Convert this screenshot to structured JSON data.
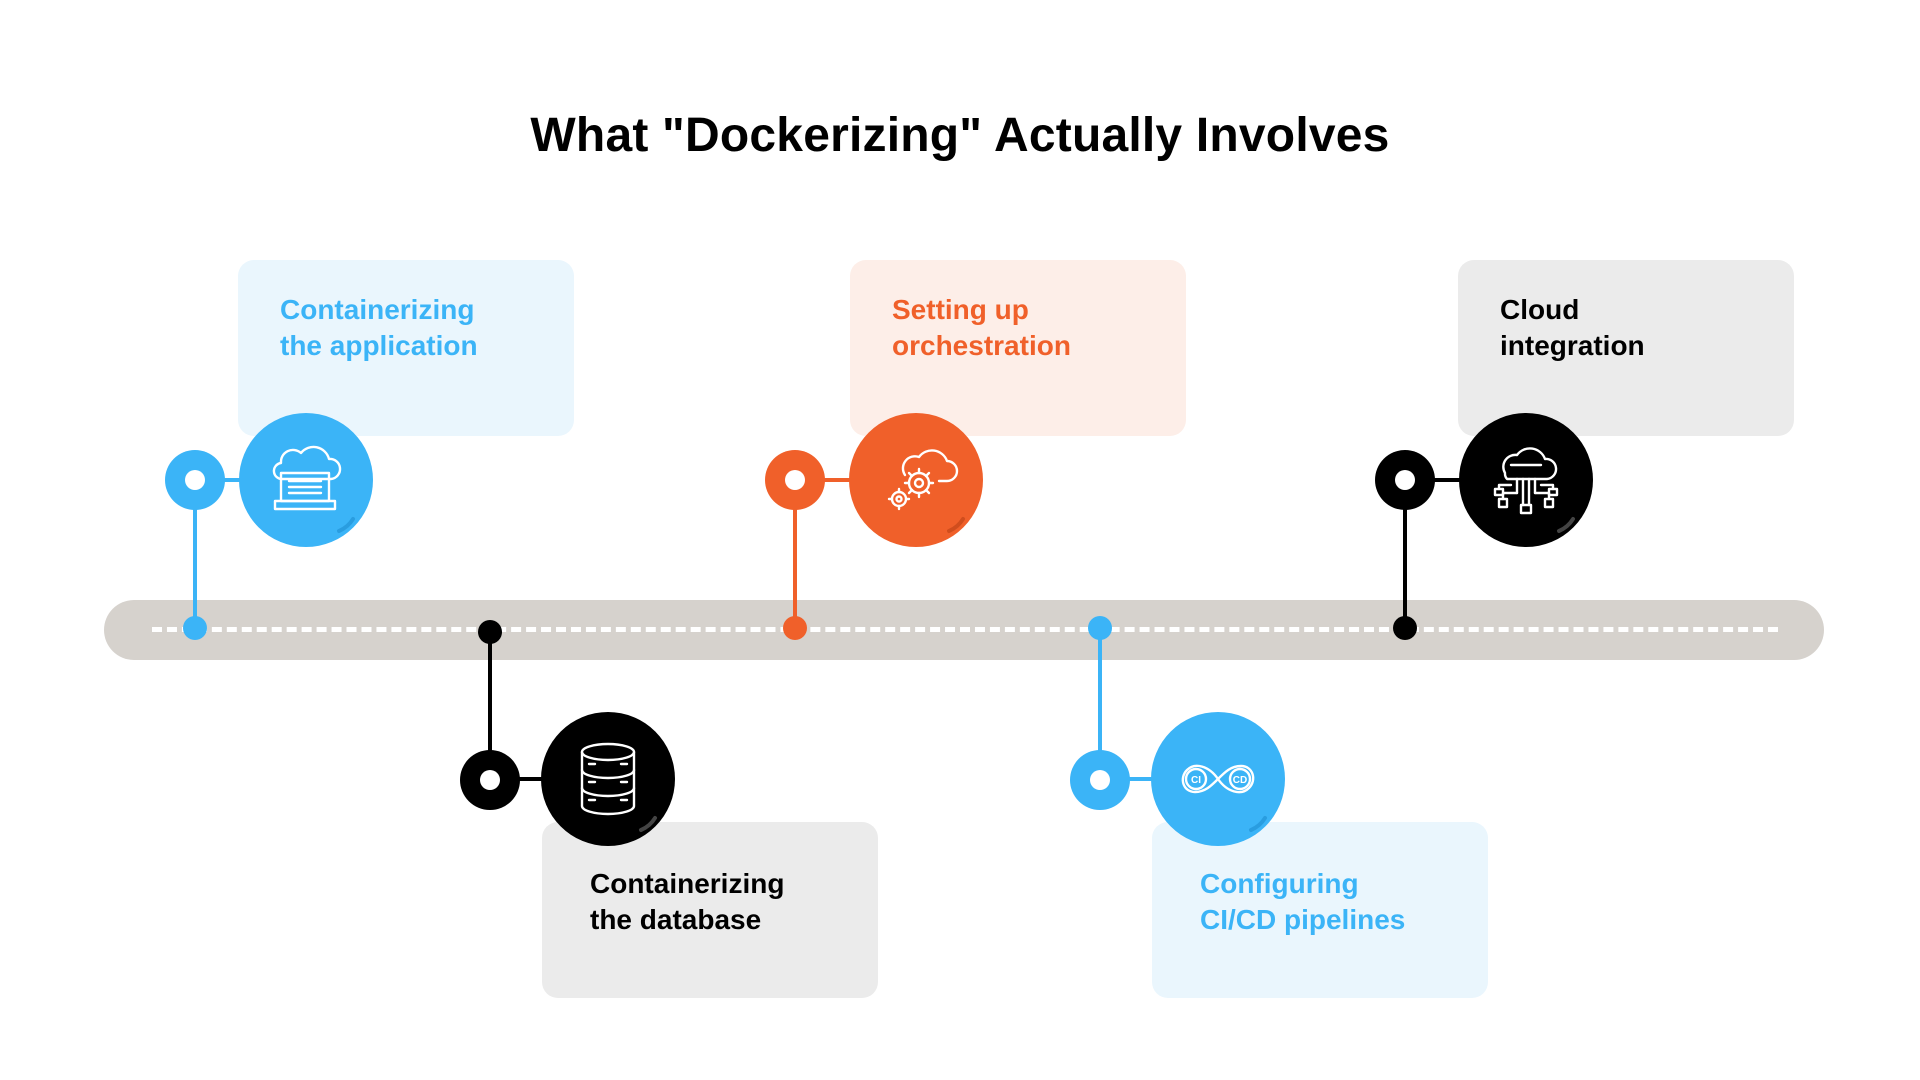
{
  "title": "What \"Dockerizing\" Actually Involves",
  "colors": {
    "blue": "#3bb4f7",
    "orange": "#f0602a",
    "black": "#000000",
    "track": "#d6d2cd",
    "card_blue": "#eaf6fd",
    "card_orange": "#fdeee8",
    "card_gray": "#ebebeb"
  },
  "steps": [
    {
      "label_line1": "Containerizing",
      "label_line2": "the application",
      "icon": "server-cloud-icon",
      "color": "blue",
      "position": "above"
    },
    {
      "label_line1": "Containerizing",
      "label_line2": "the database",
      "icon": "database-icon",
      "color": "black",
      "position": "below"
    },
    {
      "label_line1": "Setting up",
      "label_line2": "orchestration",
      "icon": "cloud-gears-icon",
      "color": "orange",
      "position": "above"
    },
    {
      "label_line1": "Configuring",
      "label_line2": "CI/CD pipelines",
      "icon": "ci-cd-infinity-icon",
      "color": "blue",
      "position": "below"
    },
    {
      "label_line1": "Cloud",
      "label_line2": "integration",
      "icon": "cloud-network-icon",
      "color": "black",
      "position": "above"
    }
  ]
}
